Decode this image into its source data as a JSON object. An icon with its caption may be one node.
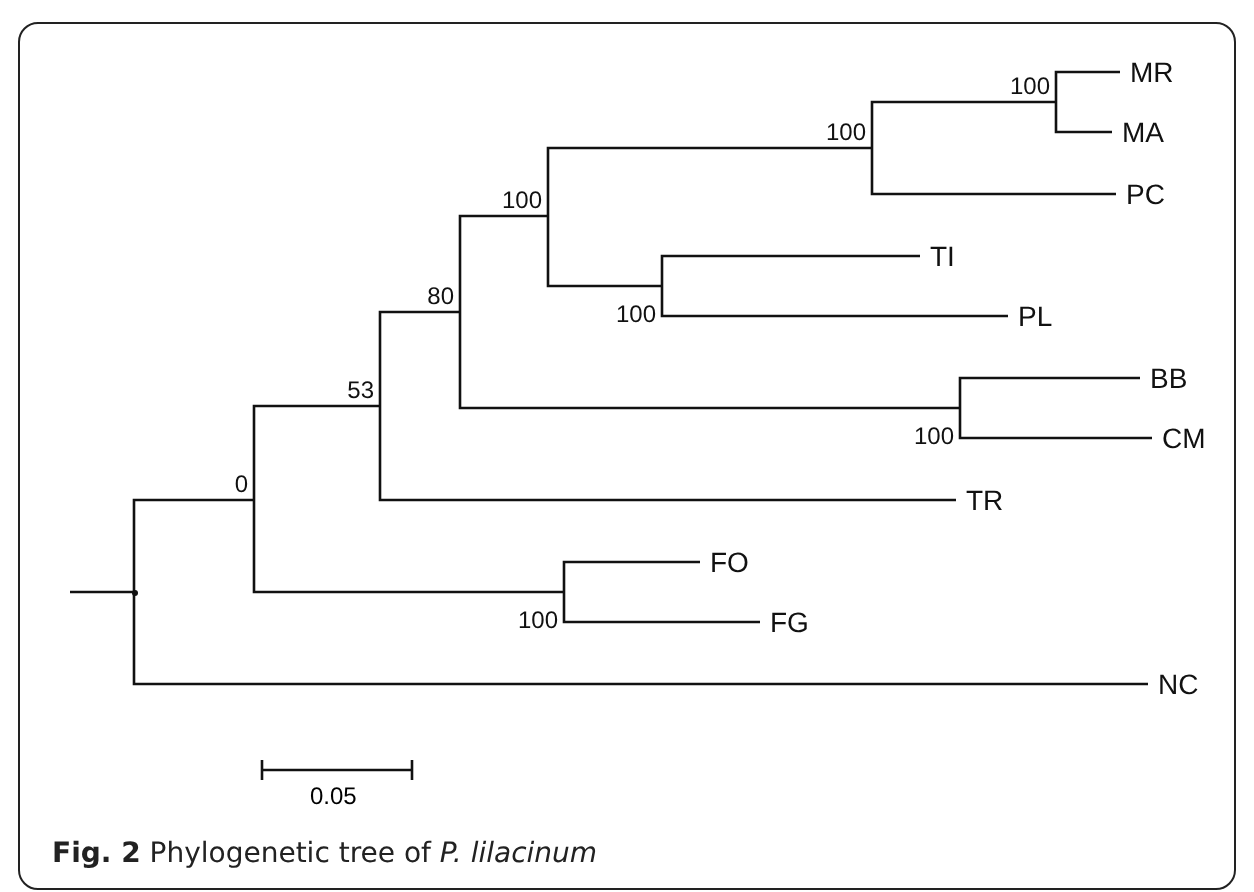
{
  "diagram": {
    "caption": "**Fig. 2** Phylogenetic tree of *P. lilacinum*",
    "nodes": [
      {
        "text": [
          "100"
        ]
      },
      {
        "text": [
          "MR"
        ]
      },
      {
        "text": [
          "MA"
        ]
      },
      {
        "text": [
          "100"
        ]
      },
      {
        "text": [
          "PC"
        ]
      },
      {
        "text": [
          "100"
        ]
      },
      {
        "text": [
          "TI"
        ]
      },
      {
        "text": [
          "100"
        ]
      },
      {
        "text": [
          "PL"
        ]
      },
      {
        "text": [
          "80"
        ]
      },
      {
        "text": [
          "BB"
        ]
      },
      {
        "text": [
          "100"
        ]
      },
      {
        "text": [
          "CM"
        ]
      },
      {
        "text": [
          "53"
        ]
      },
      {
        "text": [
          "TR"
        ]
      },
      {
        "text": [
          "0"
        ]
      },
      {
        "text": [
          "FO"
        ]
      },
      {
        "text": [
          "100"
        ]
      },
      {
        "text": [
          "FG"
        ]
      },
      {
        "text": [
          "NC"
        ]
      },
      {
        "text": [],
        "shape": "point"
      }
    ],
    "edges": [
      {
        "from": 20,
        "to": 15,
        "arrow": "none"
      },
      {
        "from": 20,
        "to": 19,
        "arrow": "none"
      },
      {
        "from": 15,
        "to": 13,
        "arrow": "none"
      },
      {
        "from": 15,
        "to": 17,
        "arrow": "none"
      },
      {
        "from": 13,
        "to": 9,
        "arrow": "none"
      },
      {
        "from": 13,
        "to": 14,
        "arrow": "none"
      },
      {
        "from": 9,
        "to": 5,
        "arrow": "none"
      },
      {
        "from": 9,
        "to": 11,
        "arrow": "none"
      },
      {
        "from": 5,
        "to": 3,
        "arrow": "none"
      },
      {
        "from": 5,
        "to": 7,
        "arrow": "none"
      },
      {
        "from": 3,
        "to": 0,
        "arrow": "none"
      },
      {
        "from": 3,
        "to": 4,
        "arrow": "none"
      },
      {
        "from": 0,
        "to": 1,
        "arrow": "none"
      },
      {
        "from": 0,
        "to": 2,
        "arrow": "none"
      },
      {
        "from": 7,
        "to": 6,
        "arrow": "none"
      },
      {
        "from": 7,
        "to": 8,
        "arrow": "none"
      },
      {
        "from": 11,
        "to": 10,
        "arrow": "none"
      },
      {
        "from": 11,
        "to": 12,
        "arrow": "none"
      },
      {
        "from": 17,
        "to": 16,
        "arrow": "none"
      },
      {
        "from": 17,
        "to": 18,
        "arrow": "none"
      },
      {
        "from": null,
        "to": 20,
        "arrow": "none"
      }
    ],
    "labels": [
      "0.05"
    ]
  }
}
